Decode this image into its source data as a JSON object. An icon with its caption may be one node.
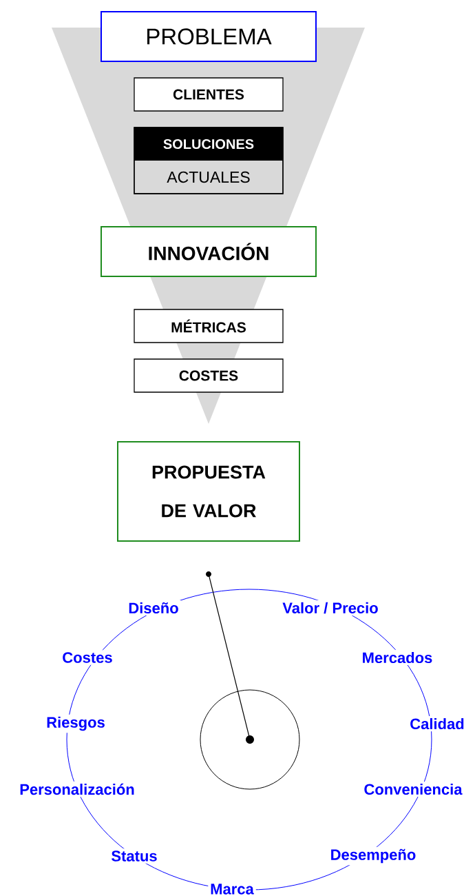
{
  "diagram": {
    "nodes": [
      {
        "text": [
          "PROBLEMA"
        ]
      },
      {
        "text": [
          "CLIENTES"
        ]
      },
      {
        "text": [
          "SOLUCIONES",
          "ACTUALES"
        ]
      },
      {
        "text": [
          "INNOVACIÓN"
        ]
      },
      {
        "text": [
          "MÉTRICAS"
        ]
      },
      {
        "text": [
          "COSTES"
        ]
      },
      {
        "text": [
          "PROPUESTA DE VALOR"
        ]
      }
    ],
    "labels": [
      "Diseño",
      "Valor / Precio",
      "Costes",
      "Mercados",
      "Riesgos",
      "Calidad",
      "Personalización",
      "Conveniencia",
      "Status",
      "Desempeño",
      "Marca"
    ]
  }
}
